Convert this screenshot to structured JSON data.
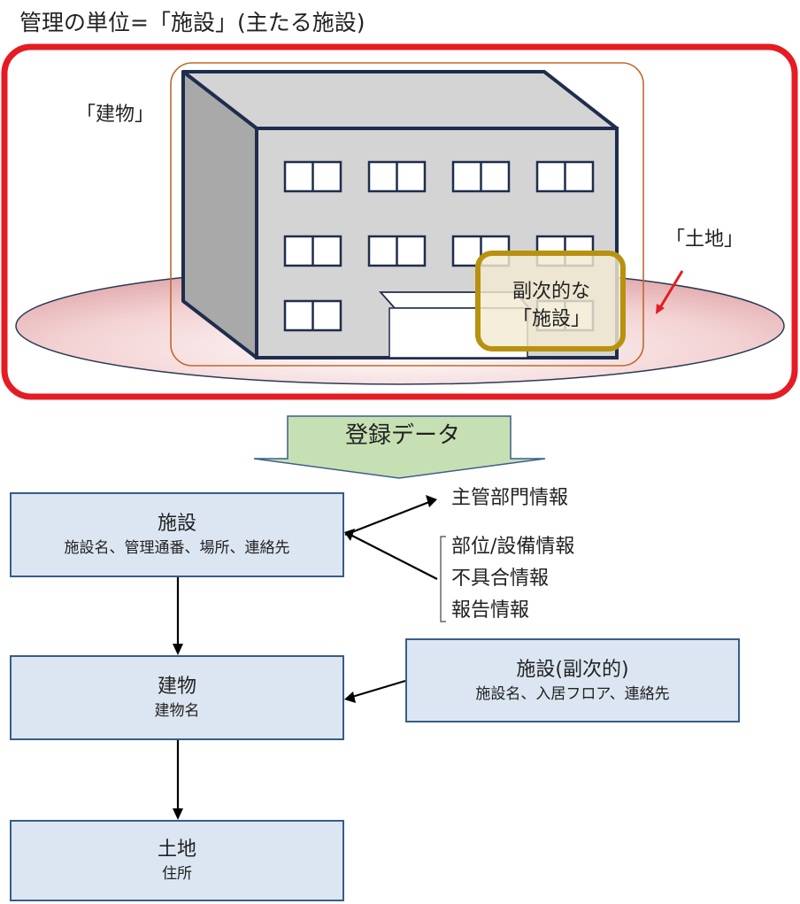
{
  "header": {
    "title": "管理の単位=「施設」(主たる施設)"
  },
  "illustration": {
    "building_label": "「建物」",
    "land_label": "「土地」",
    "secondary_facility_line1": "副次的な",
    "secondary_facility_line2": "「施設」"
  },
  "arrow_banner": {
    "label": "登録データ"
  },
  "boxes": {
    "facility": {
      "title": "施設",
      "fields": "施設名、管理通番、場所、連絡先"
    },
    "building": {
      "title": "建物",
      "fields": "建物名"
    },
    "land": {
      "title": "土地",
      "fields": "住所"
    },
    "secondary": {
      "title": "施設(副次的)",
      "fields": "施設名、入居フロア、連絡先"
    }
  },
  "related_info": {
    "department": "主管部門情報",
    "items": [
      "部位/設備情報",
      "不具合情報",
      "報告情報"
    ]
  },
  "colors": {
    "frame_red": "#e51c23",
    "building_outline_orange": "#c0692a",
    "secondary_outline_gold": "#b8920f",
    "box_fill": "#dce6f2",
    "box_border": "#385d8a",
    "banner_fill": "#c6e0b4"
  }
}
